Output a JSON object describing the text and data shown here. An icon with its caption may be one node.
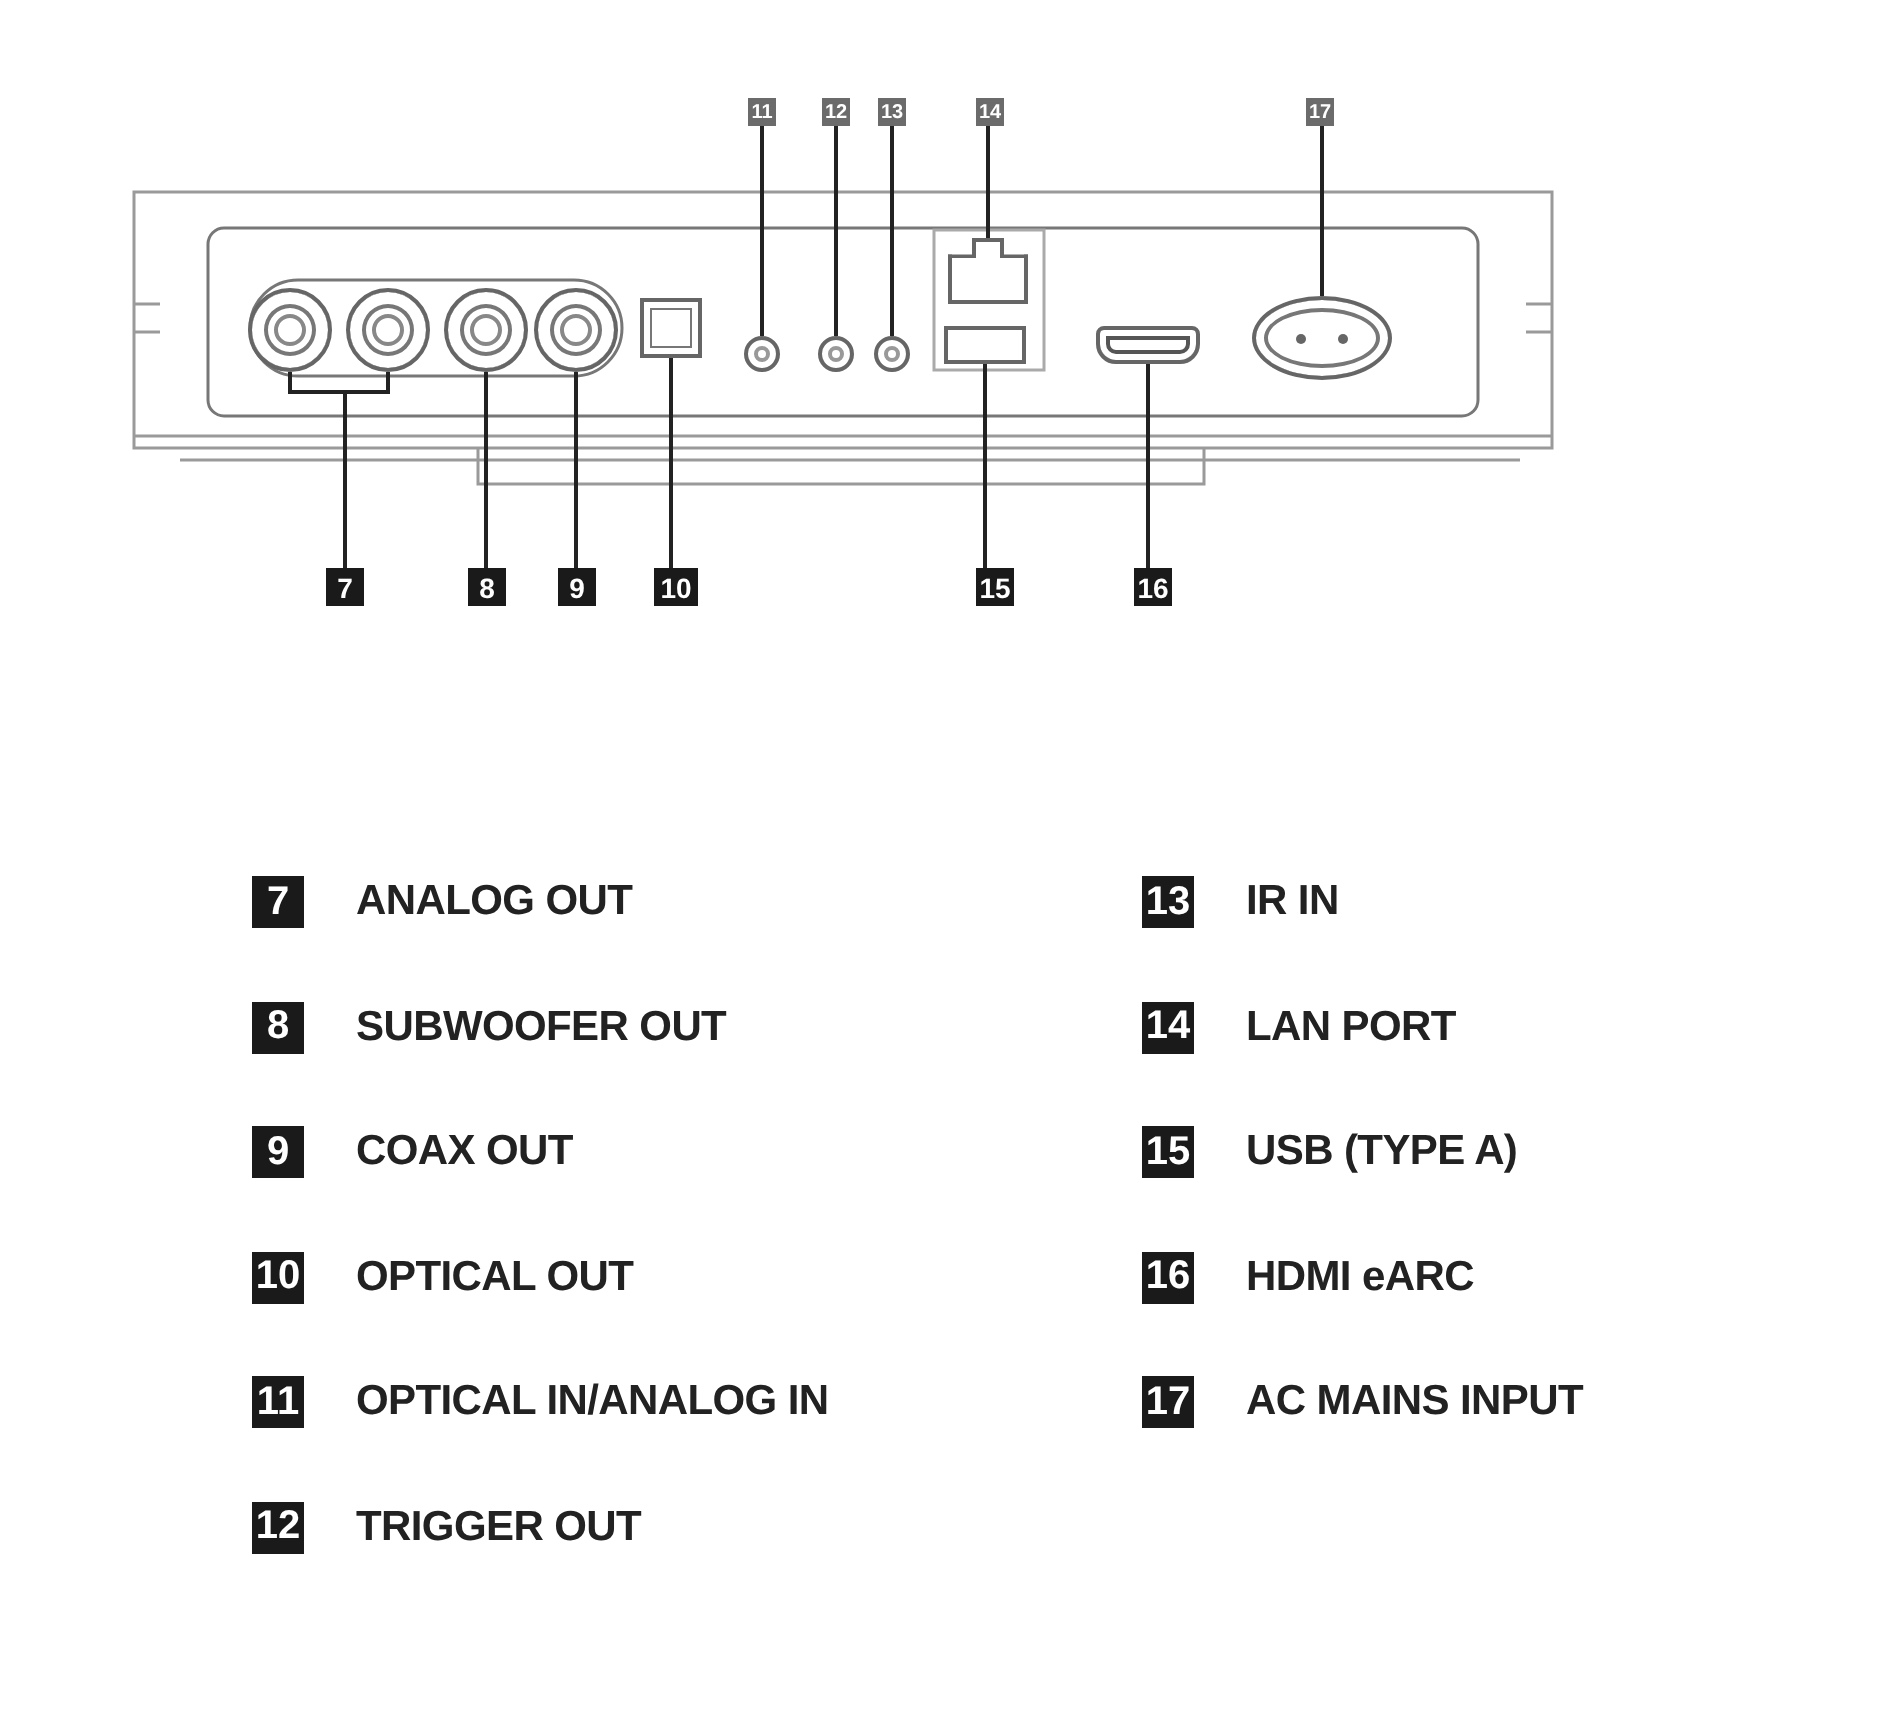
{
  "diagram": {
    "nodes": [
      {
        "text": [
          "7"
        ]
      },
      {
        "text": [
          "8"
        ]
      },
      {
        "text": [
          "9"
        ]
      },
      {
        "text": [
          "10"
        ]
      },
      {
        "text": [
          "11"
        ]
      },
      {
        "text": [
          "12"
        ]
      },
      {
        "text": [
          "13"
        ]
      },
      {
        "text": [
          "14"
        ]
      },
      {
        "text": [
          "15"
        ]
      },
      {
        "text": [
          "16"
        ]
      },
      {
        "text": [
          "17"
        ]
      },
      {
        "text": [],
        "shape": "circle"
      },
      {
        "text": [],
        "shape": "circle"
      },
      {
        "text": [],
        "shape": "circle"
      },
      {
        "text": [],
        "shape": "circle"
      },
      {
        "text": [],
        "shape": "box"
      },
      {
        "text": [],
        "shape": "circle"
      },
      {
        "text": [],
        "shape": "circle"
      },
      {
        "text": [],
        "shape": "circle"
      },
      {
        "text": [],
        "shape": "box"
      },
      {
        "text": [],
        "shape": "box"
      },
      {
        "text": [],
        "shape": "box"
      },
      {
        "text": [],
        "shape": "picture"
      }
    ],
    "edges": [
      {
        "from": 0,
        "to": 11,
        "arrow": "none"
      },
      {
        "from": 0,
        "to": 12,
        "arrow": "none"
      },
      {
        "from": 1,
        "to": 13,
        "arrow": "none"
      },
      {
        "from": 2,
        "to": 14,
        "arrow": "none"
      },
      {
        "from": 3,
        "to": 15,
        "arrow": "none"
      },
      {
        "from": 4,
        "to": 16,
        "arrow": "none"
      },
      {
        "from": 5,
        "to": 17,
        "arrow": "none"
      },
      {
        "from": 6,
        "to": 18,
        "arrow": "none"
      },
      {
        "from": 7,
        "to": 19,
        "arrow": "none"
      },
      {
        "from": 8,
        "to": 20,
        "arrow": "none"
      },
      {
        "from": 9,
        "to": 21,
        "arrow": "none"
      },
      {
        "from": 10,
        "to": 22,
        "arrow": "none"
      }
    ],
    "labels": [
      "7",
      "ANALOG OUT",
      "13",
      "IR IN",
      "8",
      "SUBWOOFER OUT",
      "14",
      "LAN PORT",
      "9",
      "COAX OUT",
      "15",
      "USB (TYPE A)",
      "10",
      "OPTICAL OUT",
      "16",
      "HDMI eARC",
      "11",
      "OPTICAL IN/ANALOG IN",
      "17",
      "AC MAINS INPUT",
      "12",
      "TRIGGER OUT"
    ]
  }
}
